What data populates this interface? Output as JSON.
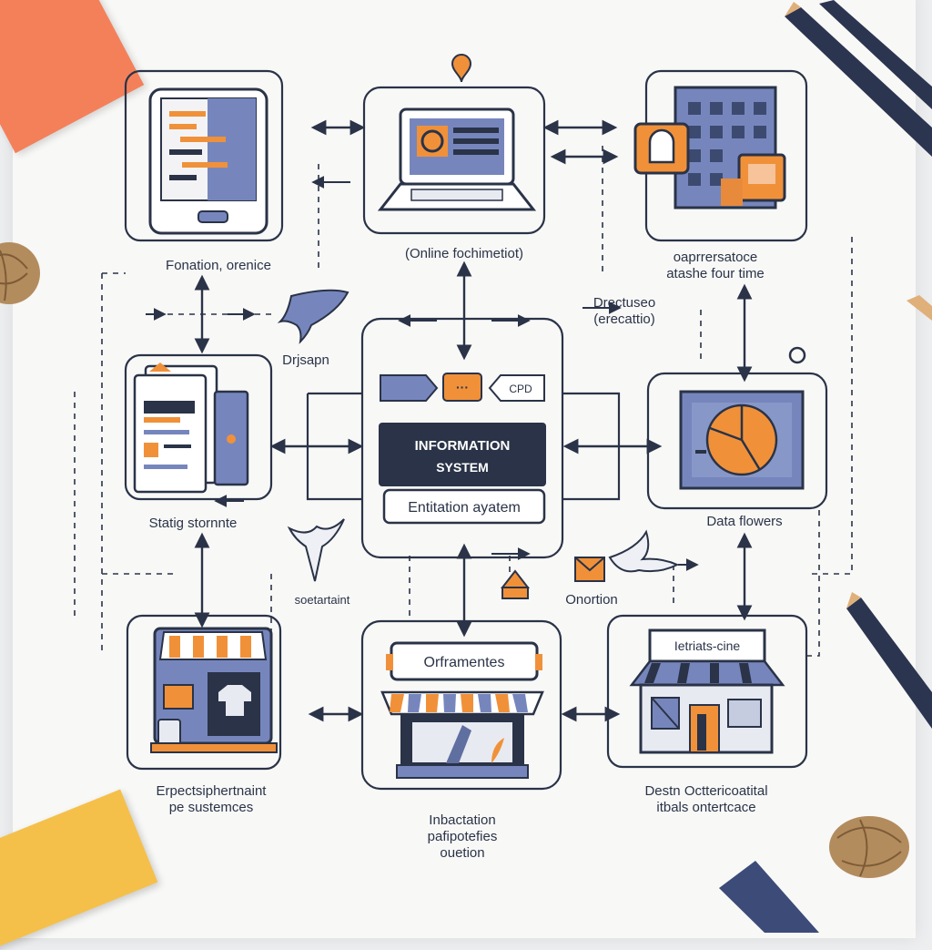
{
  "diagram": {
    "hub": {
      "title_line1": "INFORMATION",
      "title_line2": "SYSTEM",
      "subtitle": "Entitation ayatem",
      "chip_right": "CPD"
    },
    "labels": {
      "top_left": "Fonation, orenice",
      "top_center": "(Online fochimetiot)",
      "top_right_line1": "oaprrersatoce",
      "top_right_line2": "atashe four time",
      "mid_right_line1": "Drectuseo",
      "mid_right_line2": "(erecattio)",
      "mid_left": "Drjsapn",
      "left": "Statig stornnte",
      "right": "Data flowers",
      "lower_left": "soetartaint",
      "lower_right": "Onortion",
      "bottom_left_line1": "Erpectsiphertnaint",
      "bottom_left_line2": "pe sustemces",
      "bottom_center_line1": "Inbactation",
      "bottom_center_line2": "pafipotefies",
      "bottom_center_line3": "ouetion",
      "bottom_right_line1": "Destn Octtericoatital",
      "bottom_right_line2": "itbals ontertcace"
    },
    "signs": {
      "bottom_center": "Orframentes",
      "bottom_right": "Ietriats-cine"
    }
  },
  "colors": {
    "ink": "#2a3347",
    "accent_orange": "#f0913a",
    "accent_blue": "#6f7fb6",
    "paper": "#f8f8f7"
  },
  "icons": [
    "tablet-icon",
    "laptop-icon",
    "building-icon",
    "document-stack-icon",
    "pie-chart-icon",
    "storefront-icon",
    "shop-icon",
    "house-shop-icon",
    "rocket-icon",
    "bird-icon",
    "envelope-icon",
    "pencil-icon",
    "eraser-icon",
    "twine-ball-icon"
  ]
}
